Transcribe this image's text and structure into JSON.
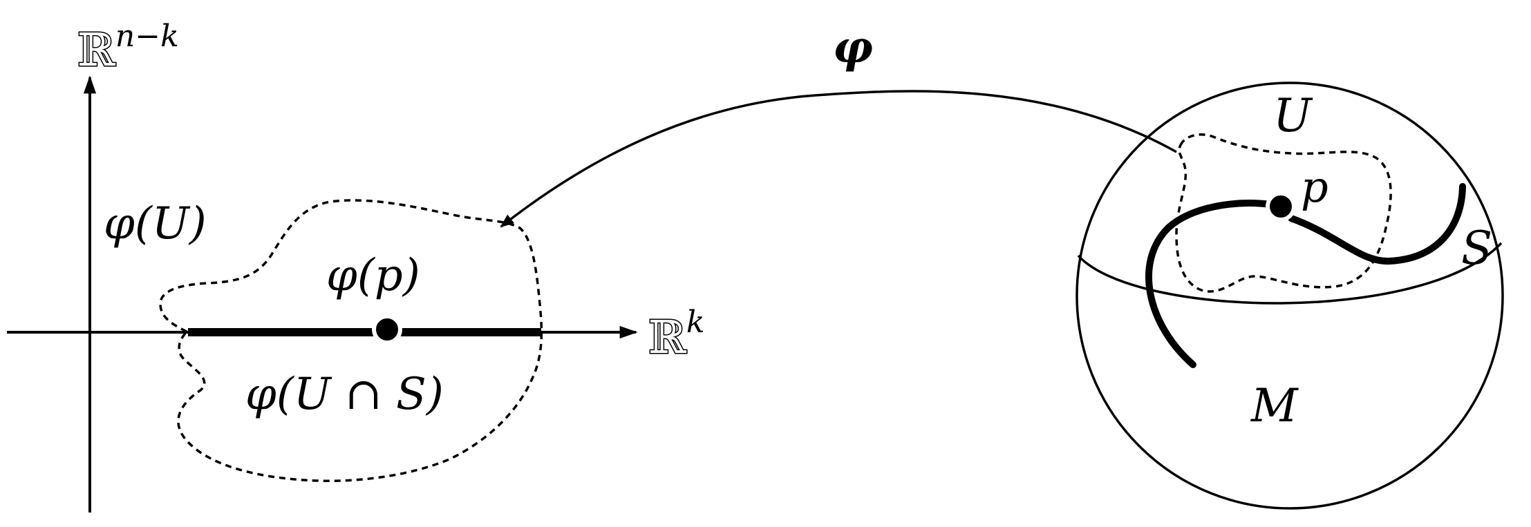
{
  "labels": {
    "vertical_axis_base": "ℝ",
    "vertical_axis_exp": "n−k",
    "horizontal_axis_base": "ℝ",
    "horizontal_axis_exp": "k",
    "map_label": "φ",
    "image_of_U": "φ(U)",
    "image_of_p": "φ(p)",
    "image_of_intersection": "φ(U ∩ S)",
    "open_set": "U",
    "point": "p",
    "submanifold": "S",
    "manifold": "M"
  },
  "colors": {
    "ink": "#000000",
    "background": "#ffffff"
  }
}
